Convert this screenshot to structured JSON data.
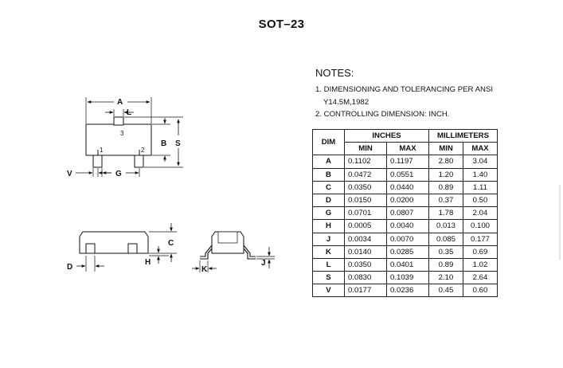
{
  "title": "SOT–23",
  "notes": {
    "heading": "NOTES:",
    "lines": [
      "1. DIMENSIONING AND TOLERANCING PER ANSI",
      "Y14.5M,1982",
      "2. CONTROLLING DIMENSION: INCH."
    ]
  },
  "table": {
    "dim_header": "DIM",
    "inches_header": "INCHES",
    "mm_header": "MILLIMETERS",
    "min_label": "MIN",
    "max_label": "MAX",
    "rows": [
      {
        "dim": "A",
        "in_min": "0.1102",
        "in_max": "0.1197",
        "mm_min": "2.80",
        "mm_max": "3.04"
      },
      {
        "dim": "B",
        "in_min": "0.0472",
        "in_max": "0.0551",
        "mm_min": "1.20",
        "mm_max": "1.40"
      },
      {
        "dim": "C",
        "in_min": "0.0350",
        "in_max": "0.0440",
        "mm_min": "0.89",
        "mm_max": "1.11"
      },
      {
        "dim": "D",
        "in_min": "0.0150",
        "in_max": "0.0200",
        "mm_min": "0.37",
        "mm_max": "0.50"
      },
      {
        "dim": "G",
        "in_min": "0.0701",
        "in_max": "0.0807",
        "mm_min": "1.78",
        "mm_max": "2.04"
      },
      {
        "dim": "H",
        "in_min": "0.0005",
        "in_max": "0.0040",
        "mm_min": "0.013",
        "mm_max": "0.100"
      },
      {
        "dim": "J",
        "in_min": "0.0034",
        "in_max": "0.0070",
        "mm_min": "0.085",
        "mm_max": "0.177"
      },
      {
        "dim": "K",
        "in_min": "0.0140",
        "in_max": "0.0285",
        "mm_min": "0.35",
        "mm_max": "0.69"
      },
      {
        "dim": "L",
        "in_min": "0.0350",
        "in_max": "0.0401",
        "mm_min": "0.89",
        "mm_max": "1.02"
      },
      {
        "dim": "S",
        "in_min": "0.0830",
        "in_max": "0.1039",
        "mm_min": "2.10",
        "mm_max": "2.64"
      },
      {
        "dim": "V",
        "in_min": "0.0177",
        "in_max": "0.0236",
        "mm_min": "0.45",
        "mm_max": "0.60"
      }
    ]
  },
  "drawing_labels": {
    "top_view": {
      "A": "A",
      "L": "L",
      "B": "B",
      "S": "S",
      "V": "V",
      "G": "G",
      "pin1": "1",
      "pin2": "2",
      "pin3": "3"
    },
    "front_view": {
      "C": "C",
      "D": "D",
      "H": "H"
    },
    "side_view": {
      "K": "K",
      "J": "J"
    }
  }
}
